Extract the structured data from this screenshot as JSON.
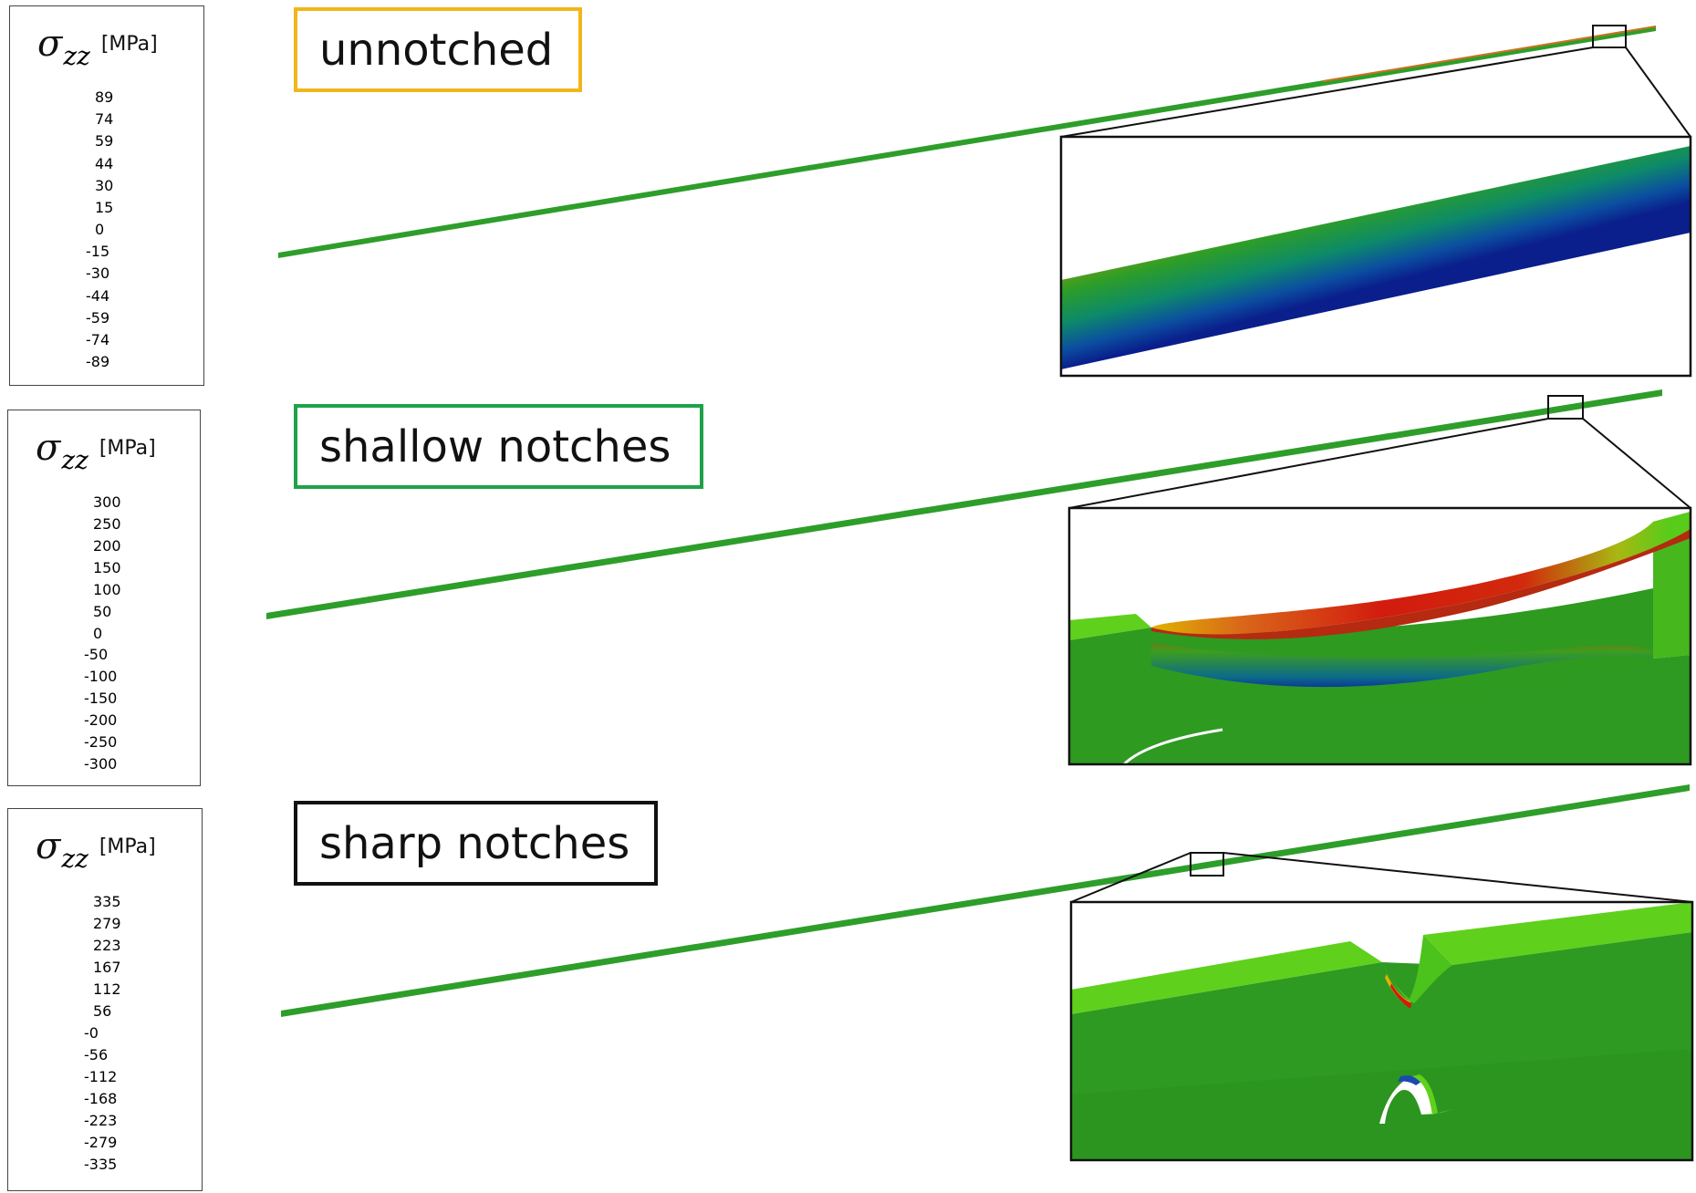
{
  "legends": [
    {
      "symbol": "σ",
      "subscript": "zz",
      "unit": "[MPa]",
      "ticks": [
        "89",
        "74",
        "59",
        "44",
        "30",
        "15",
        "0",
        "-15",
        "-30",
        "-44",
        "-59",
        "-74",
        "-89"
      ]
    },
    {
      "symbol": "σ",
      "subscript": "zz",
      "unit": "[MPa]",
      "ticks": [
        "300",
        "250",
        "200",
        "150",
        "100",
        "50",
        "0",
        "-50",
        "-100",
        "-150",
        "-200",
        "-250",
        "-300"
      ]
    },
    {
      "symbol": "σ",
      "subscript": "zz",
      "unit": "[MPa]",
      "ticks": [
        "335",
        "279",
        "223",
        "167",
        "112",
        "56",
        "-0",
        "-56",
        "-112",
        "-168",
        "-223",
        "-279",
        "-335"
      ]
    }
  ],
  "cases": [
    {
      "label": "unnotched",
      "frame_color": "#F2B61A"
    },
    {
      "label": "shallow notches",
      "frame_color": "#1FA24A"
    },
    {
      "label": "sharp notches",
      "frame_color": "#111111"
    }
  ],
  "colors": {
    "bar_green": "#2E9E2A",
    "red": "#D71A0A",
    "green": "#3DB421",
    "blue": "#0A1E9E"
  }
}
